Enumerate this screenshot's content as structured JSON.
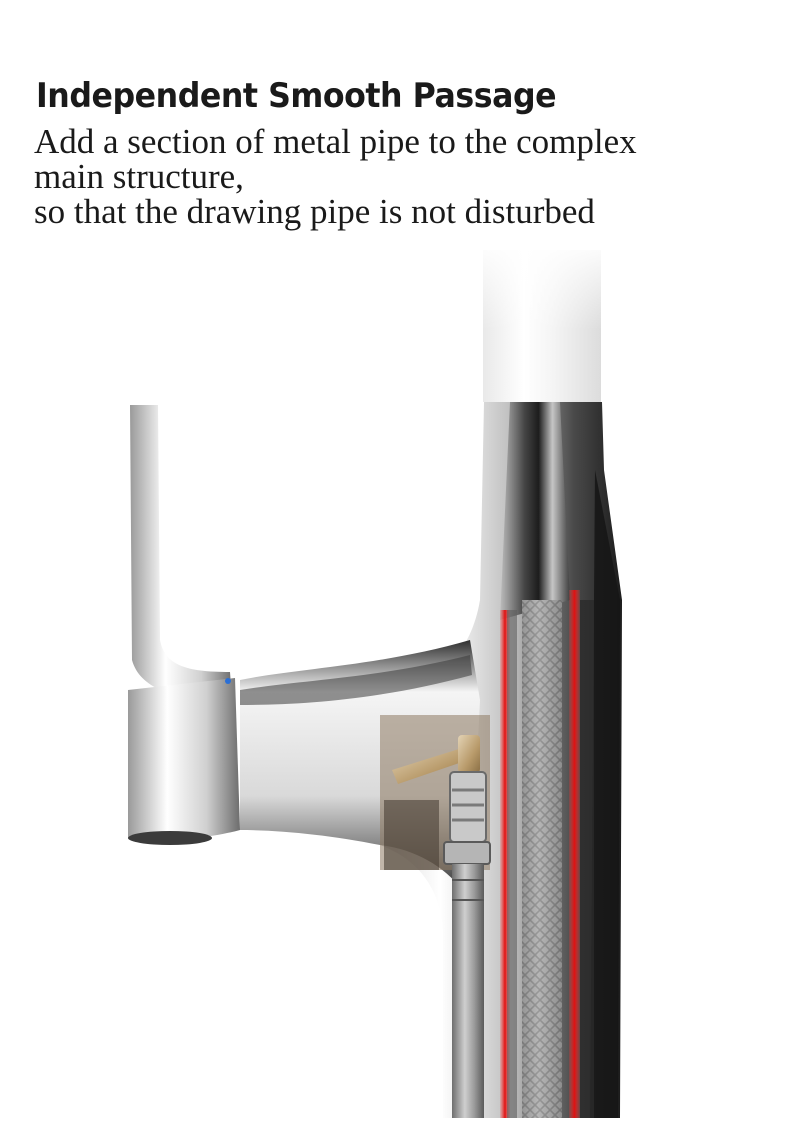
{
  "headline": "Independent Smooth Passage",
  "description": [
    "Add a section of metal pipe to the complex",
    "main structure,",
    "so that the drawing pipe is not disturbed"
  ],
  "colors": {
    "chrome_light": "#f2f2f2",
    "chrome_dark": "#202020",
    "highlight_red": "#e01b1b",
    "brass": "#b89a6a"
  }
}
